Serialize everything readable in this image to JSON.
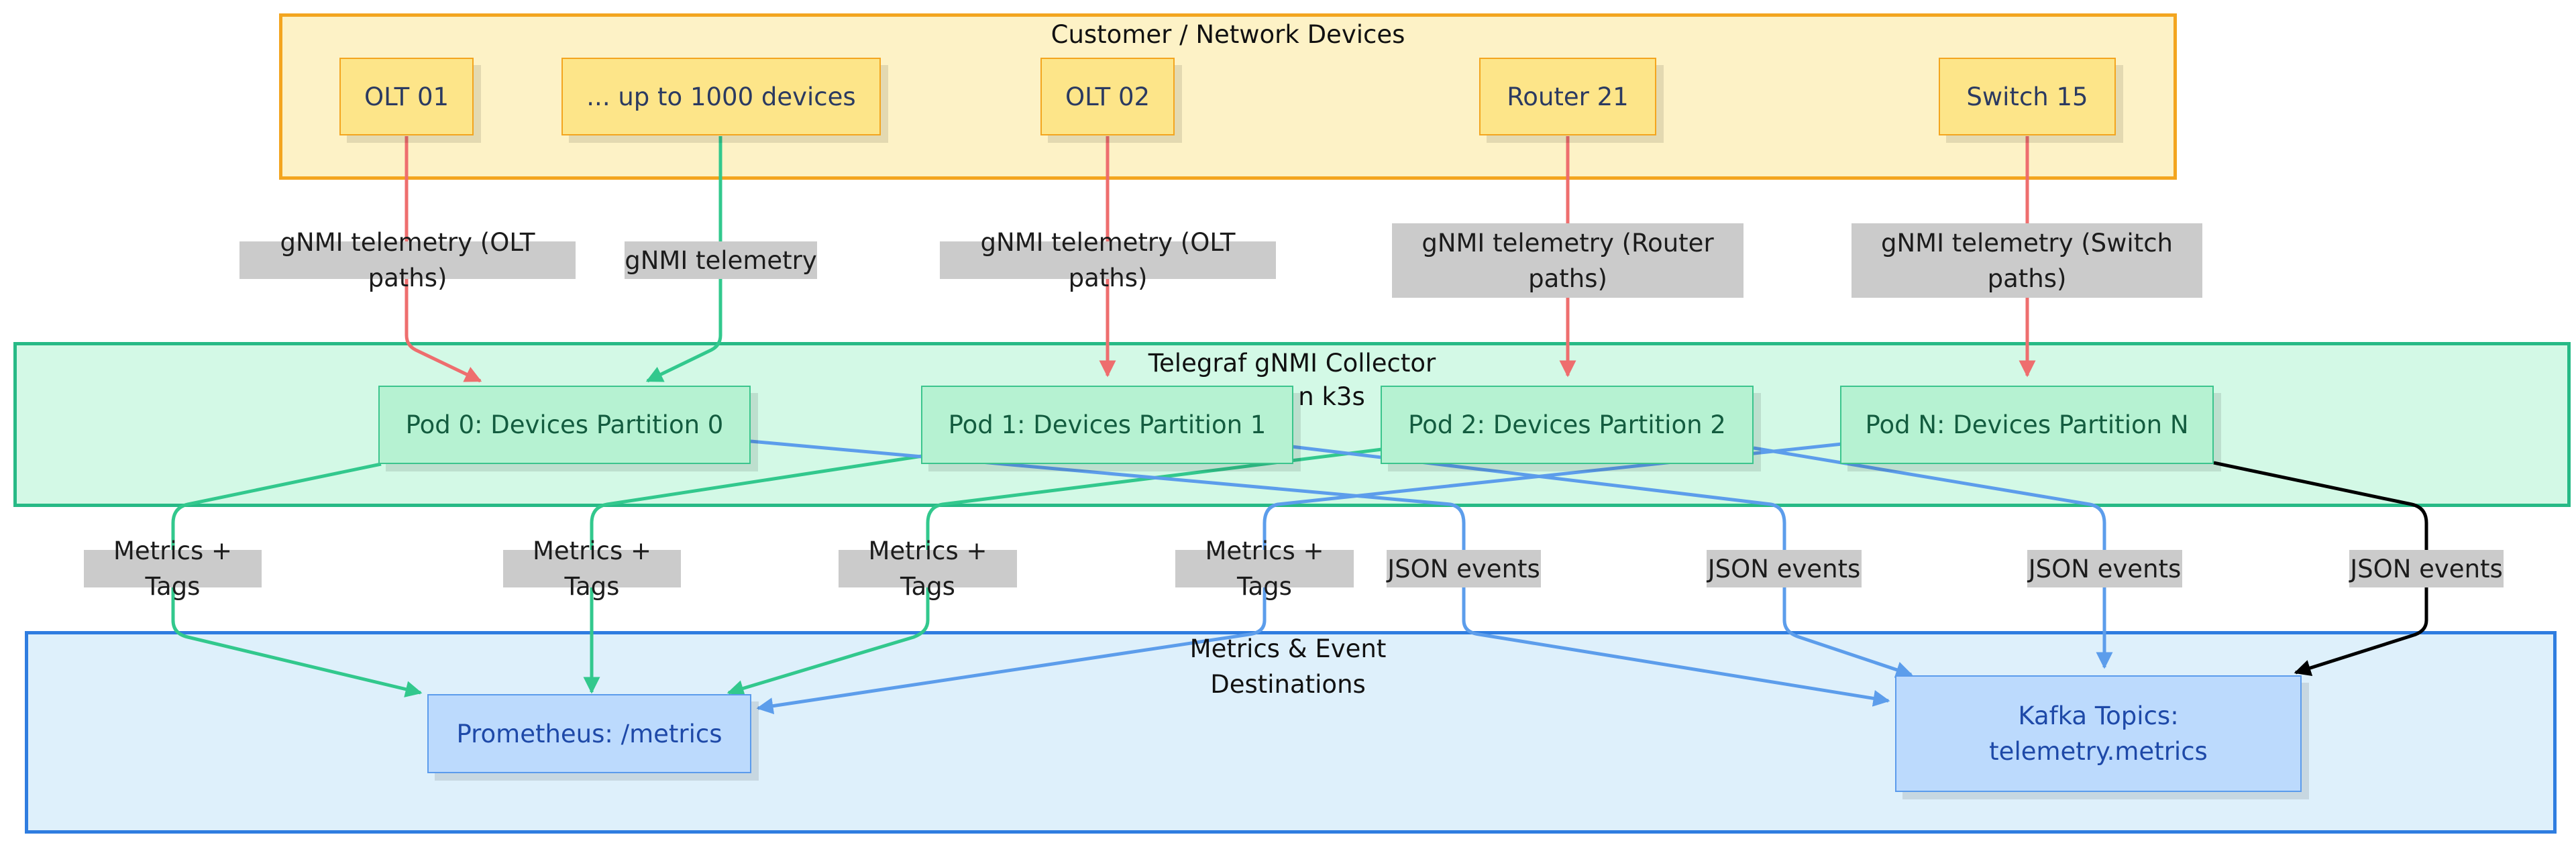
{
  "groups": {
    "devices_title": "Customer / Network Devices",
    "collector_title_line1": "Telegraf gNMI Collector",
    "collector_title_line2": "n k3s",
    "dest_title_line1": "Metrics & Event",
    "dest_title_line2": "Destinations"
  },
  "devices": [
    "OLT 01",
    "... up to 1000 devices",
    "OLT 02",
    "Router 21",
    "Switch 15"
  ],
  "pods": [
    "Pod 0: Devices Partition 0",
    "Pod 1: Devices Partition 1",
    "Pod 2: Devices Partition 2",
    "Pod N: Devices Partition N"
  ],
  "destinations": {
    "prometheus": "Prometheus: /metrics",
    "kafka_line1": "Kafka Topics:",
    "kafka_line2": "telemetry.metrics"
  },
  "edge_labels": {
    "olt01": "gNMI telemetry (OLT paths)",
    "more": "gNMI telemetry",
    "olt02": "gNMI telemetry (OLT paths)",
    "router_line1": "gNMI telemetry (Router",
    "router_line2": "paths)",
    "switch_line1": "gNMI telemetry (Switch",
    "switch_line2": "paths)",
    "metrics_tags": "Metrics + Tags",
    "json_events": "JSON events"
  },
  "colors": {
    "devices_bg": "#fdf2c6",
    "devices_border": "#f3a51f",
    "collector_bg": "#d3f9e6",
    "collector_border": "#27ba86",
    "dest_bg": "#def0fb",
    "dest_border": "#2f7de0",
    "telemetry_edge": "#ee6e6e",
    "metrics_edge": "#32c88d",
    "events_edge": "#5c9deb",
    "podn_events_edge": "#000000"
  }
}
